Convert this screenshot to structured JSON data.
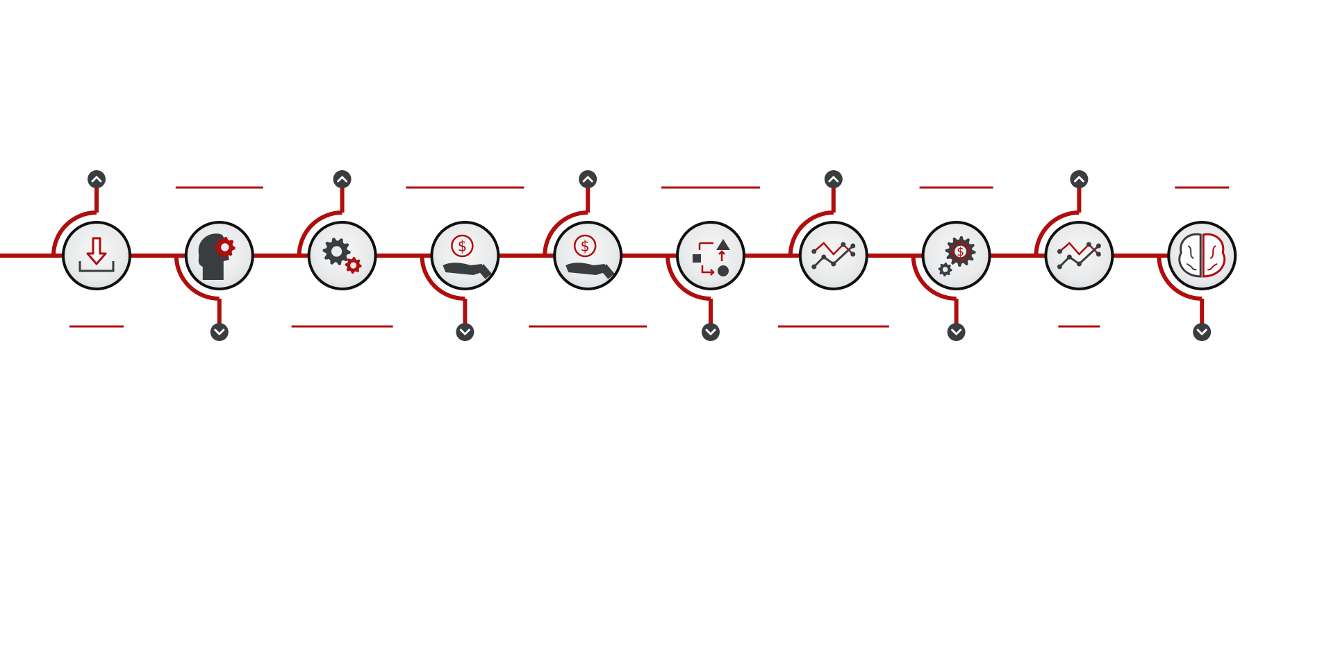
{
  "colors": {
    "accent": "#b00d0d",
    "dark": "#3a3d3f",
    "ring": "#0f0f0f",
    "node_fill": "#e9eaeb",
    "background": "#ffffff"
  },
  "steps": [
    {
      "icon": "download-icon",
      "connector": "up"
    },
    {
      "icon": "head-gear-icon",
      "connector": "down"
    },
    {
      "icon": "gears-icon",
      "connector": "up"
    },
    {
      "icon": "hand-dollar-icon",
      "connector": "down"
    },
    {
      "icon": "hand-dollar-icon",
      "connector": "up"
    },
    {
      "icon": "shapes-flow-icon",
      "connector": "down"
    },
    {
      "icon": "line-chart-icon",
      "connector": "up"
    },
    {
      "icon": "gear-dollar-icon",
      "connector": "down"
    },
    {
      "icon": "line-chart-icon",
      "connector": "up"
    },
    {
      "icon": "brain-icon",
      "connector": "down"
    }
  ]
}
